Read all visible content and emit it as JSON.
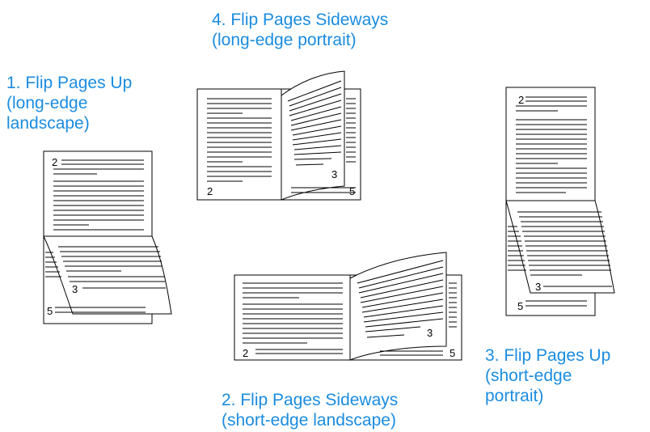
{
  "accent_color": "#1a8ce0",
  "options": [
    {
      "id": "flip-up-long-edge-landscape",
      "lines": [
        "1. Flip Pages Up",
        "(long-edge",
        "landscape)"
      ],
      "page_numbers": [
        "2",
        "3",
        "5"
      ]
    },
    {
      "id": "flip-sideways-short-edge-landscape",
      "lines": [
        "2. Flip Pages Sideways",
        "(short-edge landscape)"
      ],
      "page_numbers": [
        "2",
        "3",
        "5"
      ]
    },
    {
      "id": "flip-up-short-edge-portrait",
      "lines": [
        "3. Flip Pages Up",
        "(short-edge",
        "portrait)"
      ],
      "page_numbers": [
        "2",
        "3",
        "5"
      ]
    },
    {
      "id": "flip-sideways-long-edge-portrait",
      "lines": [
        "4. Flip Pages Sideways",
        "(long-edge portrait)"
      ],
      "page_numbers": [
        "2",
        "3",
        "5"
      ]
    }
  ]
}
